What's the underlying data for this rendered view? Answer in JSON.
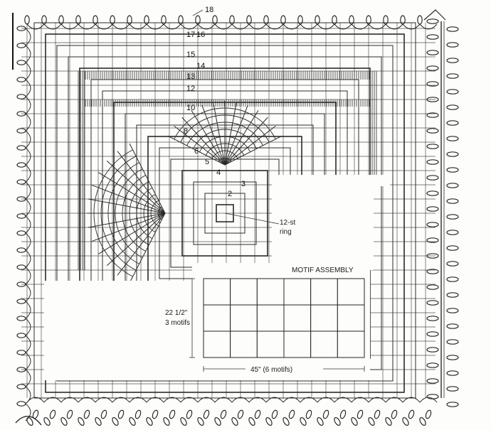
{
  "round_numbers": {
    "r18": "18",
    "r17": "17",
    "r16": "16",
    "r15": "15",
    "r14": "14",
    "r13": "13",
    "r12": "12",
    "r10": "10",
    "r8": "8",
    "r6": "6",
    "r5": "5",
    "r4": "4",
    "r3": "3",
    "r2": "2"
  },
  "ring_label": {
    "line1": "12-st",
    "line2": "ring"
  },
  "assembly": {
    "title": "MOTIF ASSEMBLY",
    "height_line1": "22 1/2\"",
    "height_line2": "3 motifs",
    "width_label": "45\" (6 motifs)",
    "rows": 3,
    "cols": 6
  },
  "colors": {
    "ink": "#2b2b2b",
    "paper": "#fdfdfb"
  }
}
